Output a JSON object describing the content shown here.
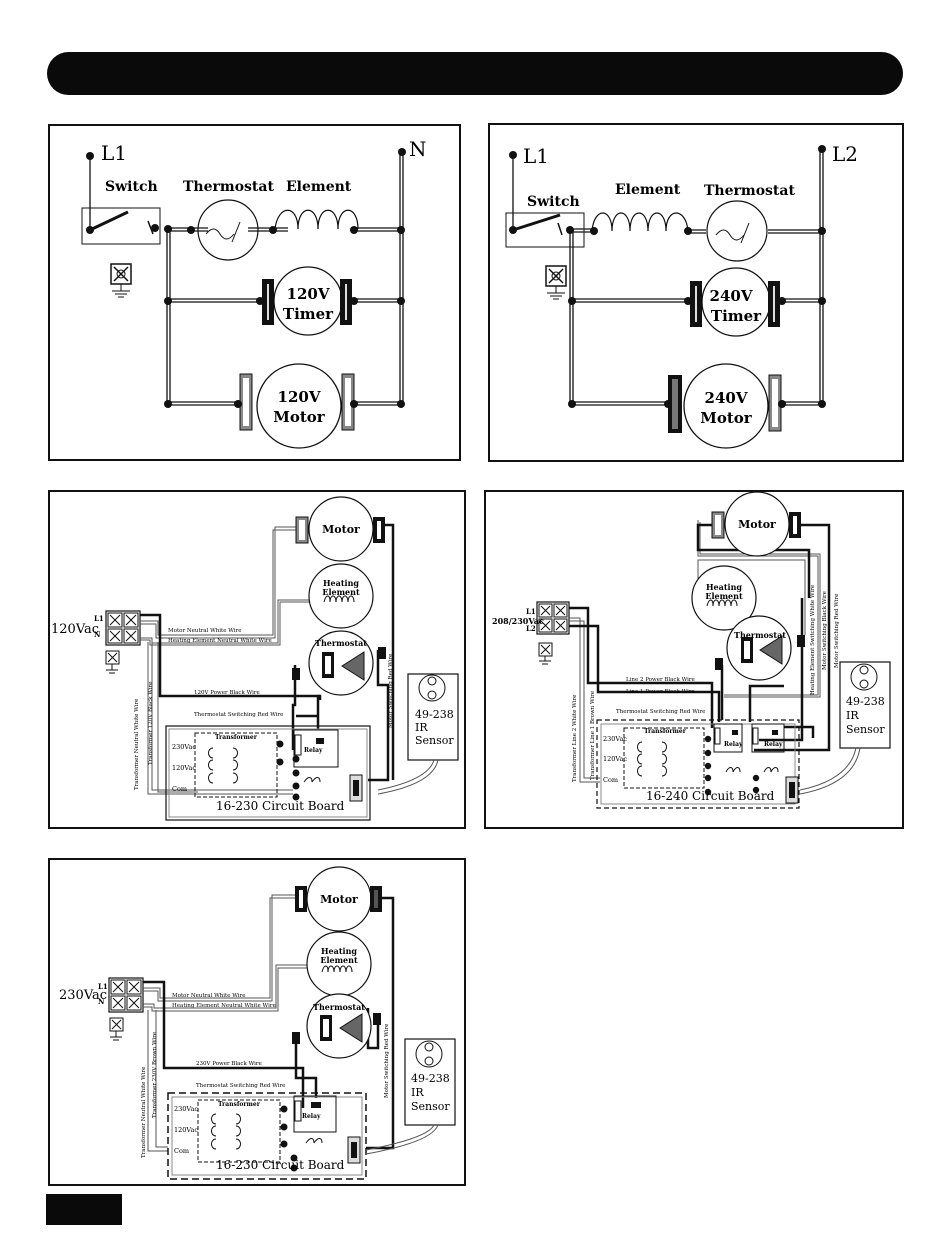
{
  "header": {
    "title": ""
  },
  "panel_120v_schematic": {
    "line1": "L1",
    "line2": "N",
    "switch": "Switch",
    "thermostat": "Thermostat",
    "element": "Element",
    "timer_line1": "120V",
    "timer_line2": "Timer",
    "motor_line1": "120V",
    "motor_line2": "Motor"
  },
  "panel_240v_schematic": {
    "line1": "L1",
    "line2": "L2",
    "switch": "Switch",
    "element": "Element",
    "thermostat": "Thermostat",
    "timer_line1": "240V",
    "timer_line2": "Timer",
    "motor_line1": "240V",
    "motor_line2": "Motor"
  },
  "panel_120v_wiring": {
    "supply": "120Vac",
    "l1": "L1",
    "n": "N",
    "motor": "Motor",
    "heating1": "Heating",
    "heating2": "Element",
    "thermostat": "Thermostat",
    "wire_motor_neutral": "Motor Neutral White Wire",
    "wire_heating_neutral": "Heating Element Neutral White Wire",
    "wire_power": "120V Power Black Wire",
    "wire_thermo_switch": "Thermostat Switching Red Wire",
    "wire_motor_switch": "Motor Switching Red Wire",
    "wire_xfmr_neutral": "Transformer Neutral White Wire",
    "wire_xfmr_black": "Transformer 120V Black Wire",
    "transformer": "Transformer",
    "relay": "Relay",
    "tap230": "230Vac",
    "tap120": "120Vac",
    "com": "Com",
    "board": "16-230 Circuit Board",
    "sensor1": "49-238",
    "sensor2": "IR",
    "sensor3": "Sensor"
  },
  "panel_208v_wiring": {
    "supply": "208/230Vac",
    "l1": "L1",
    "l2": "L2",
    "motor": "Motor",
    "heating1": "Heating",
    "heating2": "Element",
    "thermostat": "Thermostat",
    "wire_line2": "Line 2 Power Black Wire",
    "wire_line1": "Line 1 Power Black Wire",
    "wire_thermo_switch": "Thermostat Switching Red Wire",
    "wire_heat_switch": "Heating Element Switching White Wire",
    "wire_motor_black": "Motor Switching Black Wire",
    "wire_motor_red": "Motor Switching Red Wire",
    "wire_xfmr_l2": "Transformer Line 2 White Wire",
    "wire_xfmr_l1": "Transformer Line 1 Brown Wire",
    "transformer": "Transformer",
    "relay1": "Relay",
    "relay2": "Relay",
    "tap230": "230Vac",
    "tap120": "120Vac",
    "com": "Com",
    "board": "16-240 Circuit Board",
    "sensor1": "49-238",
    "sensor2": "IR",
    "sensor3": "Sensor"
  },
  "panel_230v_wiring": {
    "supply": "230Vac",
    "l1": "L1",
    "n": "N",
    "motor": "Motor",
    "heating1": "Heating",
    "heating2": "Element",
    "thermostat": "Thermostat",
    "wire_motor_neutral": "Motor Neutral White Wire",
    "wire_heating_neutral": "Heating Element Neutral White Wire",
    "wire_power": "230V Power Black Wire",
    "wire_thermo_switch": "Thermostat Switching Red Wire",
    "wire_motor_switch": "Motor Switching Red Wire",
    "wire_xfmr_neutral": "Transformer Neutral White Wire",
    "wire_xfmr_brown": "Transformer 230V Brown Wire",
    "transformer": "Transformer",
    "relay": "Relay",
    "tap230": "230Vac",
    "tap120": "120Vac",
    "com": "Com",
    "board": "16-230 Circuit Board",
    "sensor1": "49-238",
    "sensor2": "IR",
    "sensor3": "Sensor"
  },
  "footer": {
    "page_number": ""
  }
}
